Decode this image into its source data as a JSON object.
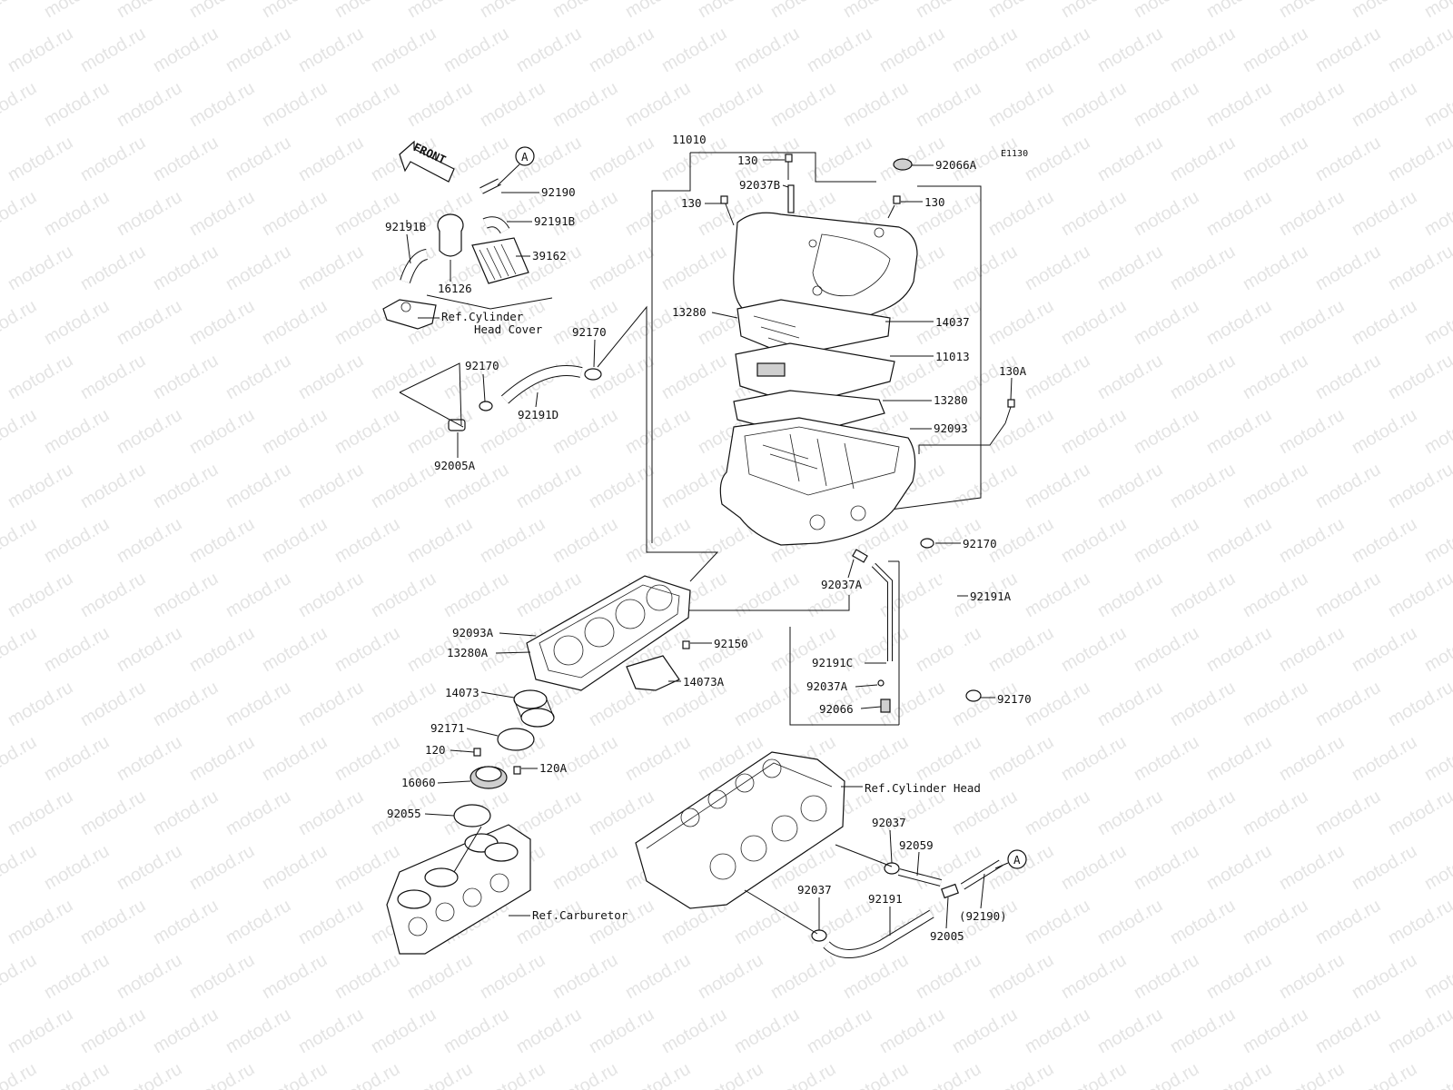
{
  "watermark": "motod.ru",
  "diagram_code": "E1130",
  "front_label": "FRONT",
  "ref_marker": "A",
  "labels": {
    "p11010": "11010",
    "p130_a": "130",
    "p130_b": "130",
    "p130_c": "130",
    "p92037B": "92037B",
    "p92066A": "92066A",
    "p13280_a": "13280",
    "p14037": "14037",
    "p11013": "11013",
    "p130A": "130A",
    "p13280_b": "13280",
    "p92093": "92093",
    "p92170_a": "92170",
    "p92191A": "92191A",
    "p92037A_a": "92037A",
    "p92191C": "92191C",
    "p92037A_b": "92037A",
    "p92066": "92066",
    "p92170_b": "92170",
    "p92190": "92190",
    "p92191B_a": "92191B",
    "p92191B_b": "92191B",
    "p39162": "39162",
    "p16126": "16126",
    "ref_cyl_head_cover_1": "Ref.Cylinder",
    "ref_cyl_head_cover_2": "Head Cover",
    "p92170_c": "92170",
    "p92170_d": "92170",
    "p92191D": "92191D",
    "p92005A": "92005A",
    "p92093A": "92093A",
    "p13280A": "13280A",
    "p92150": "92150",
    "p14073": "14073",
    "p14073A": "14073A",
    "p92171": "92171",
    "p120": "120",
    "p120A": "120A",
    "p16060": "16060",
    "p92055": "92055",
    "ref_carburetor": "Ref.Carburetor",
    "ref_cyl_head": "Ref.Cylinder Head",
    "p92037_a": "92037",
    "p92059": "92059",
    "p92037_b": "92037",
    "p92191": "92191",
    "p92005": "92005",
    "p92190_paren": "(92190)"
  }
}
